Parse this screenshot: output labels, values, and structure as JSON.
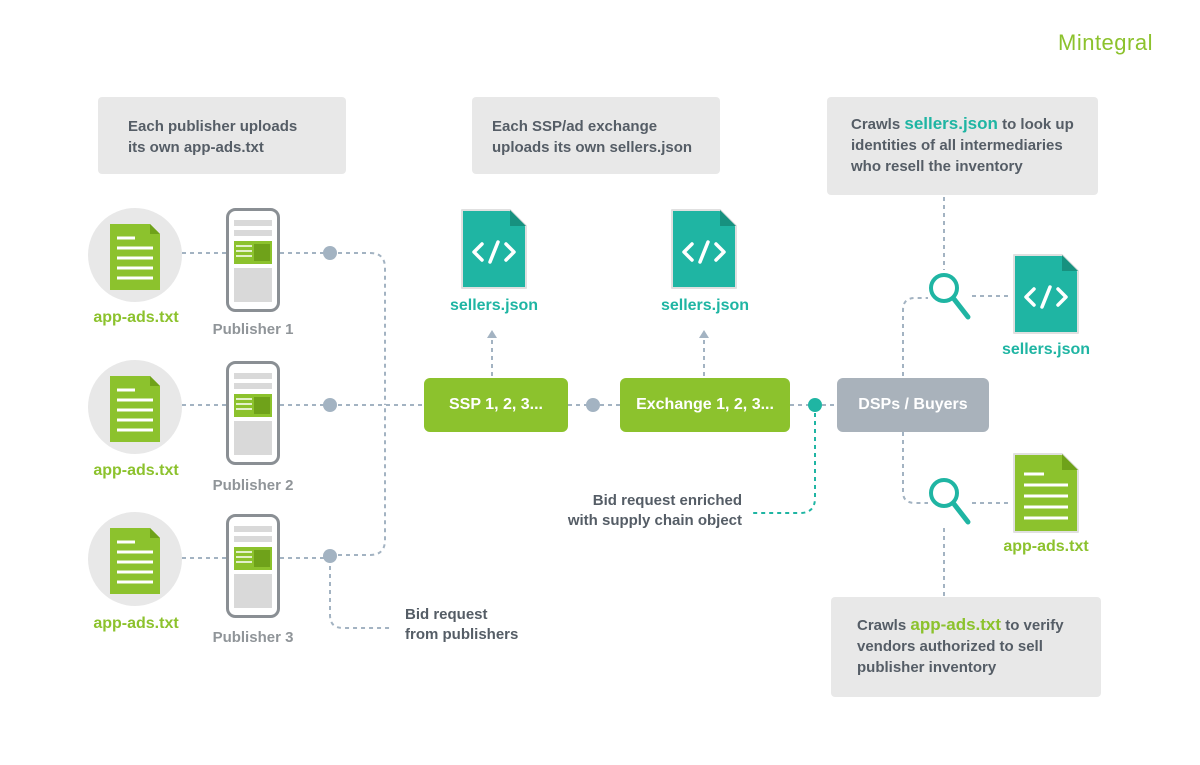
{
  "brand": {
    "logo": "Mintegral"
  },
  "notes": {
    "publisher": [
      "Each publisher uploads",
      "its own app-ads.txt"
    ],
    "ssp": [
      "Each SSP/ad exchange",
      "uploads its own sellers.json"
    ],
    "crawl_sellers": {
      "prefix": "Crawls ",
      "highlight": "sellers.json",
      "suffix": " to look up",
      "lines": [
        "identities of all intermediaries",
        "who resell the inventory"
      ]
    },
    "crawl_appads": {
      "prefix": "Crawls ",
      "highlight": "app-ads.txt",
      "suffix": " to verify",
      "lines": [
        "vendors authorized to sell",
        "publisher inventory"
      ]
    }
  },
  "publishers": [
    {
      "file_label": "app-ads.txt",
      "name": "Publisher 1"
    },
    {
      "file_label": "app-ads.txt",
      "name": "Publisher 2"
    },
    {
      "file_label": "app-ads.txt",
      "name": "Publisher 3"
    }
  ],
  "files": {
    "ssp_sellers": "sellers.json",
    "exchange_sellers": "sellers.json",
    "dsp_sellers": "sellers.json",
    "dsp_appads": "app-ads.txt"
  },
  "nodes": {
    "ssp": "SSP 1, 2, 3...",
    "exchange": "Exchange 1, 2, 3...",
    "dsp": "DSPs / Buyers"
  },
  "annotations": {
    "bid_request_publishers": [
      "Bid request",
      "from publishers"
    ],
    "bid_request_enriched": [
      "Bid request enriched",
      "with supply chain object"
    ]
  },
  "colors": {
    "green": "#8cc22d",
    "teal": "#1fb5a3",
    "gray_node": "#a9b2bb",
    "note_bg": "#e8e8e8",
    "connector": "#a3b3c2"
  }
}
